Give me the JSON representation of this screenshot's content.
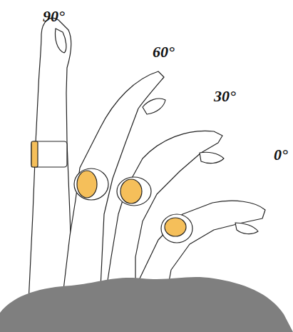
{
  "diagram": {
    "labels": [
      "90°",
      "60°",
      "30°",
      "0°"
    ]
  }
}
